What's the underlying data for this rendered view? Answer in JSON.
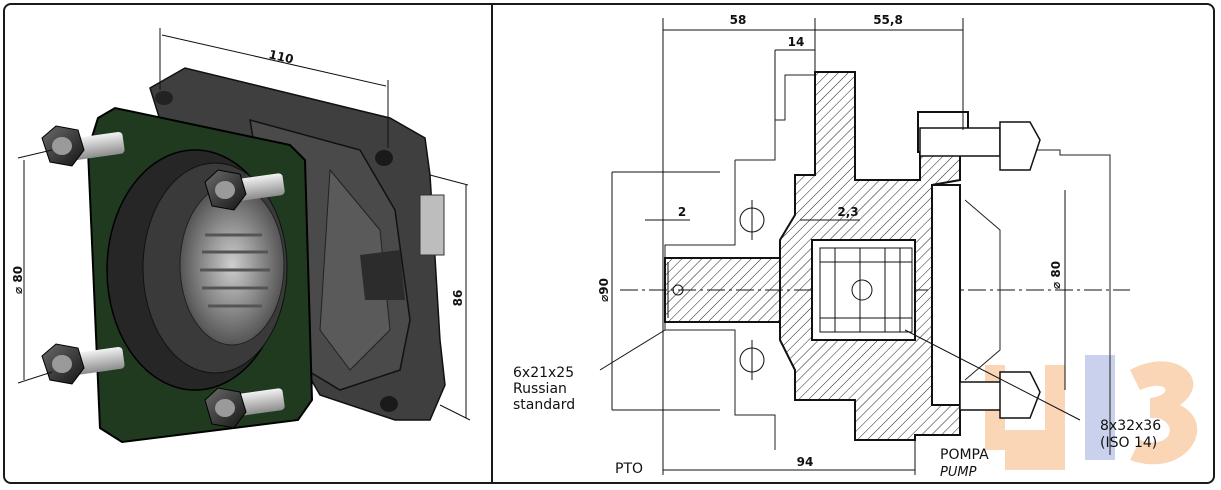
{
  "iso_view": {
    "dim_width": "110",
    "dim_diameter": "⌀ 80",
    "dim_height": "86"
  },
  "section_view": {
    "dim_top_58": "58",
    "dim_top_558": "55,8",
    "dim_top_14": "14",
    "dim_2": "2",
    "dim_23": "2,3",
    "dim_d90": "⌀90",
    "dim_d80": "⌀ 80",
    "dim_bottom_94": "94",
    "spline_left": [
      "6x21x25",
      "Russian",
      "standard"
    ],
    "spline_right": [
      "8x32x36",
      "(ISO 14)"
    ],
    "label_pto": "PTO",
    "label_pompa": "POMPA",
    "label_pump": "PUMP"
  },
  "colors": {
    "flange_green": "#1f3a1f",
    "body_dark": "#3b3b3b",
    "watermark_orange": "#f4a460",
    "watermark_blue": "#8a9ad6"
  }
}
